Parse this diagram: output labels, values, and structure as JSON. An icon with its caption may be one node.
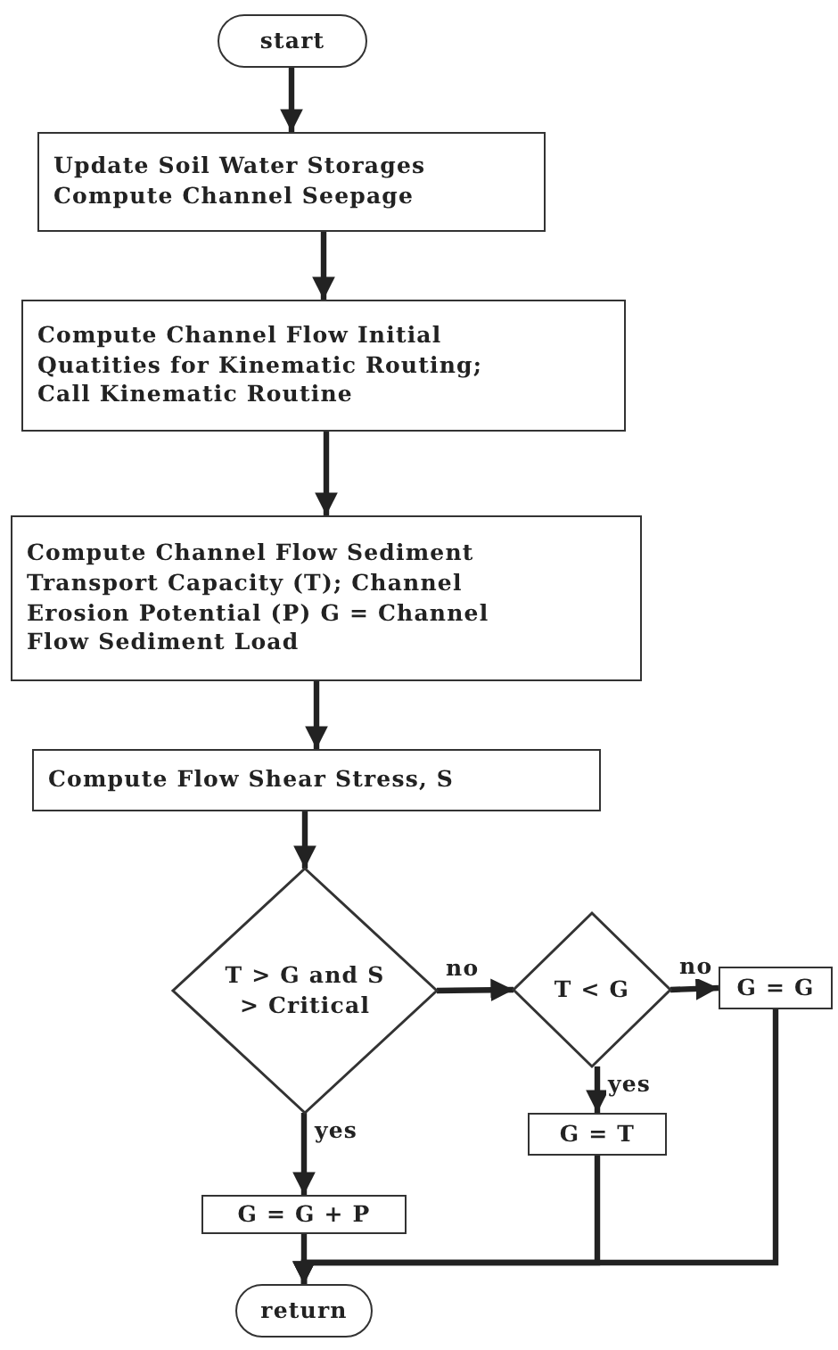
{
  "diagram": {
    "nodes": [
      {
        "text": [
          "start"
        ]
      },
      {
        "text": [
          "Update Soil Water Storages Compute Channel Seepage"
        ]
      },
      {
        "text": [
          "Compute Channel Flow Initial Quatities for Kinematic Routing; Call Kinematic Routine"
        ]
      },
      {
        "text": [
          "Compute Channel Flow Sediment Transport Capacity (T); Channel Erosion Potential (P) G = Channel Flow Sediment Load"
        ]
      },
      {
        "text": [
          "Compute Flow Shear Stress, S"
        ]
      },
      {
        "text": [
          "T > G and S > Critical"
        ]
      },
      {
        "text": [
          "T < G"
        ]
      },
      {
        "text": [
          "G = G"
        ]
      },
      {
        "text": [
          "G = T"
        ]
      },
      {
        "text": [
          "G = G + P"
        ]
      },
      {
        "text": [
          "return"
        ]
      }
    ],
    "edges": [
      {
        "from": 0,
        "to": 1,
        "arrow": "to"
      },
      {
        "from": 1,
        "to": 2,
        "arrow": "to"
      },
      {
        "from": 2,
        "to": 3,
        "arrow": "to"
      },
      {
        "from": 3,
        "to": 4,
        "arrow": "to"
      },
      {
        "from": 4,
        "to": 5,
        "arrow": "to"
      },
      {
        "from": 5,
        "to": 6,
        "arrow": "to",
        "label": "no"
      },
      {
        "from": 6,
        "to": 7,
        "arrow": "to",
        "label": "no"
      },
      {
        "from": 6,
        "to": 8,
        "arrow": "to",
        "label": "yes"
      },
      {
        "from": 5,
        "to": 9,
        "arrow": "to",
        "label": "yes"
      },
      {
        "from": 9,
        "to": 10,
        "arrow": "to"
      },
      {
        "from": 8,
        "to": 10,
        "arrow": "to"
      },
      {
        "from": 7,
        "to": 10,
        "arrow": "to"
      }
    ]
  }
}
